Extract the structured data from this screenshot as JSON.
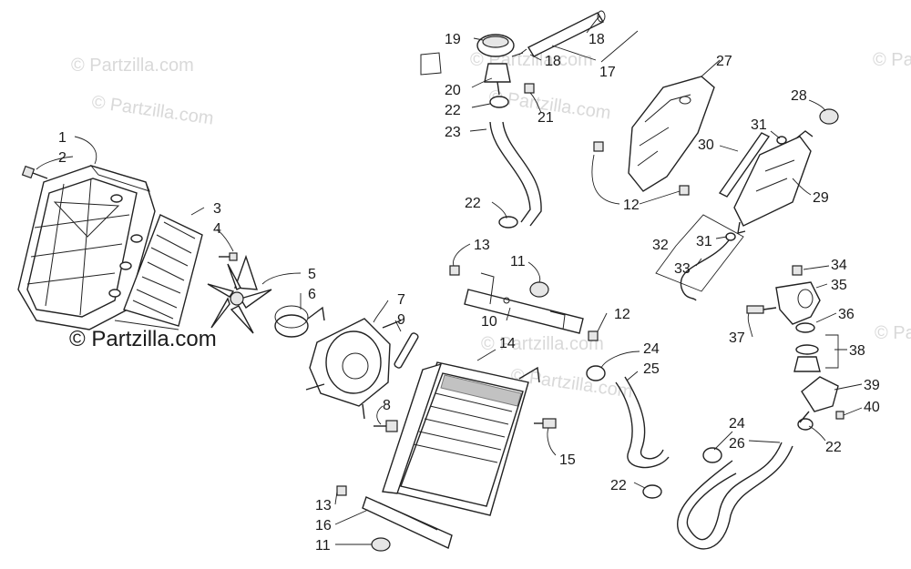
{
  "brand": {
    "logo_text": "© Partzilla.com",
    "watermark_text": "© Partzilla.com"
  },
  "callouts": [
    "1",
    "2",
    "3",
    "4",
    "5",
    "6",
    "7",
    "8",
    "9",
    "10",
    "11",
    "12",
    "13",
    "14",
    "15",
    "16",
    "17",
    "18",
    "19",
    "20",
    "21",
    "22",
    "23",
    "24",
    "25",
    "26",
    "27",
    "28",
    "29",
    "30",
    "31",
    "32",
    "33",
    "34",
    "35",
    "36",
    "37",
    "38",
    "39",
    "40"
  ],
  "colors": {
    "ink": "#222222",
    "watermark": "#d9d9d9",
    "background": "#ffffff"
  }
}
